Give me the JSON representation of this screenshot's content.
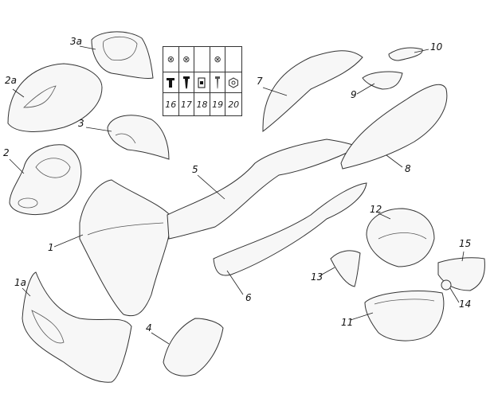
{
  "diagram": {
    "labels": {
      "p1": "1",
      "p1a": "1a",
      "p2": "2",
      "p2a": "2a",
      "p3": "3",
      "p3a": "3a",
      "p4": "4",
      "p5": "5",
      "p6": "6",
      "p7": "7",
      "p8": "8",
      "p9": "9",
      "p10": "10",
      "p11": "11",
      "p12": "12",
      "p13": "13",
      "p14": "14",
      "p15": "15"
    },
    "fastener_table": {
      "columns": [
        {
          "number": "16",
          "marked": true,
          "icon": "bolt-icon"
        },
        {
          "number": "17",
          "marked": true,
          "icon": "screw-icon"
        },
        {
          "number": "18",
          "marked": false,
          "icon": "clip-nut-icon"
        },
        {
          "number": "19",
          "marked": true,
          "icon": "tapping-screw-icon"
        },
        {
          "number": "20",
          "marked": false,
          "icon": "nut-icon"
        }
      ]
    }
  }
}
